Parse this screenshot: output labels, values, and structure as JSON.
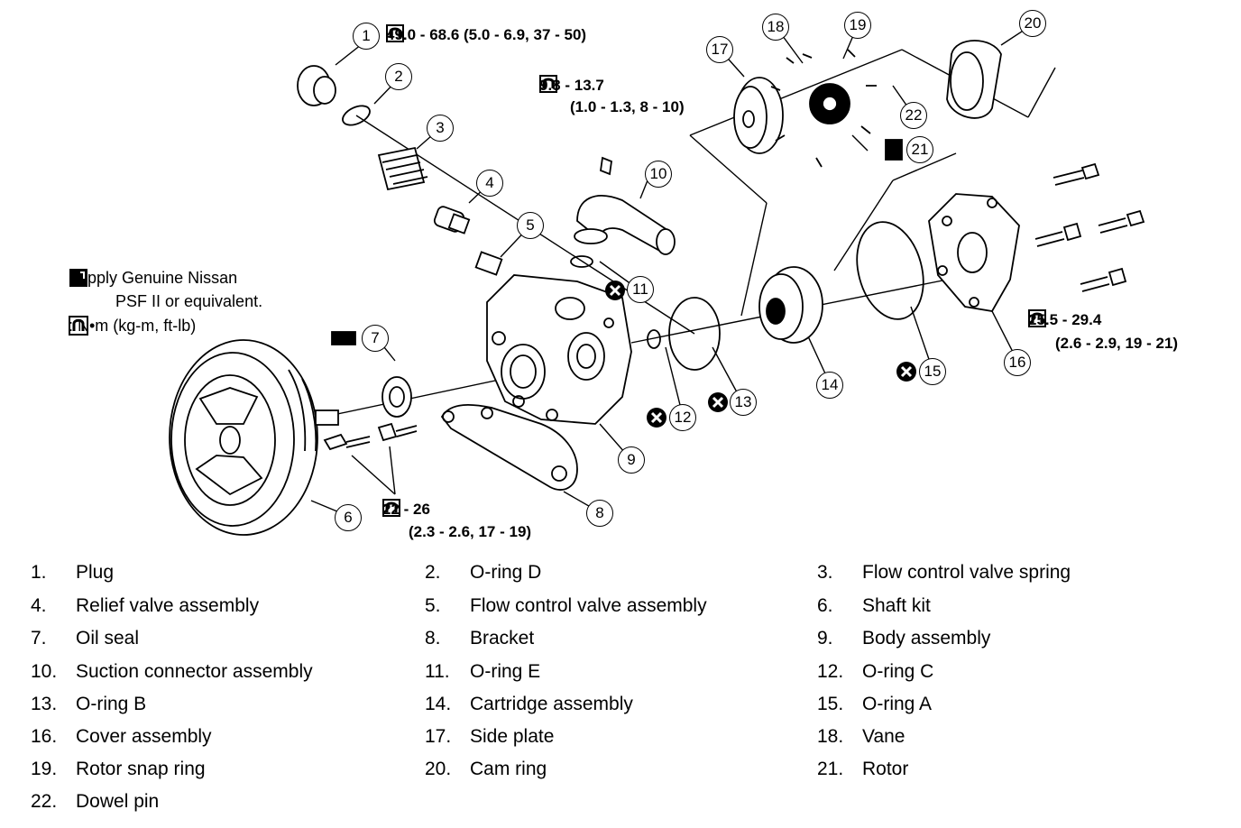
{
  "torque_specs": {
    "plug": "49.0 - 68.6 (5.0 - 6.9, 37 - 50)",
    "connector_bolt_1": "9.8 - 13.7",
    "connector_bolt_2": "(1.0 - 1.3, 8 - 10)",
    "cover_bolts_1": "25.5 - 29.4",
    "cover_bolts_2": "(2.6 - 2.9, 19 - 21)",
    "bracket_bolts_1": "22 - 26",
    "bracket_bolts_2": "(2.3 - 2.6, 17 - 19)"
  },
  "legend": {
    "fluid_line_1": ": Apply Genuine Nissan",
    "fluid_line_2": "PSF II or equivalent.",
    "torque_unit": ": N•m (kg-m, ft-lb)"
  },
  "callouts": [
    "1",
    "2",
    "3",
    "4",
    "5",
    "6",
    "7",
    "8",
    "9",
    "10",
    "11",
    "12",
    "13",
    "14",
    "15",
    "16",
    "17",
    "18",
    "19",
    "20",
    "21",
    "22"
  ],
  "parts": [
    {
      "num": "1.",
      "name": "Plug"
    },
    {
      "num": "2.",
      "name": "O-ring D"
    },
    {
      "num": "3.",
      "name": "Flow control valve spring"
    },
    {
      "num": "4.",
      "name": "Relief valve assembly"
    },
    {
      "num": "5.",
      "name": "Flow control valve assembly"
    },
    {
      "num": "6.",
      "name": "Shaft kit"
    },
    {
      "num": "7.",
      "name": "Oil seal"
    },
    {
      "num": "8.",
      "name": "Bracket"
    },
    {
      "num": "9.",
      "name": "Body assembly"
    },
    {
      "num": "10.",
      "name": "Suction connector assembly"
    },
    {
      "num": "11.",
      "name": "O-ring E"
    },
    {
      "num": "12.",
      "name": "O-ring C"
    },
    {
      "num": "13.",
      "name": "O-ring B"
    },
    {
      "num": "14.",
      "name": "Cartridge assembly"
    },
    {
      "num": "15.",
      "name": "O-ring A"
    },
    {
      "num": "16.",
      "name": "Cover assembly"
    },
    {
      "num": "17.",
      "name": "Side plate"
    },
    {
      "num": "18.",
      "name": "Vane"
    },
    {
      "num": "19.",
      "name": "Rotor snap ring"
    },
    {
      "num": "20.",
      "name": "Cam ring"
    },
    {
      "num": "21.",
      "name": "Rotor"
    },
    {
      "num": "22.",
      "name": "Dowel pin"
    }
  ]
}
